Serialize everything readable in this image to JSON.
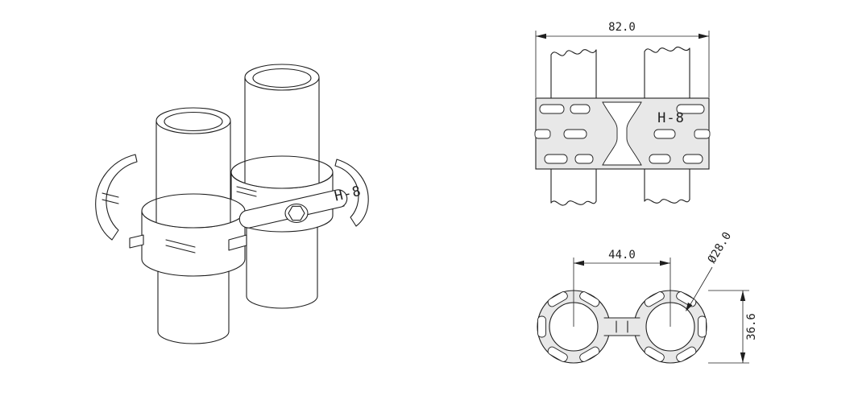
{
  "colors": {
    "line": "#1f1f1f",
    "shade": "#e8e8e8",
    "background": "#ffffff"
  },
  "iso_view": {
    "part_label": "H-8"
  },
  "front_view": {
    "part_label": "H-8",
    "width_dim": "82.0"
  },
  "top_view": {
    "center_distance_dim": "44.0",
    "bore_dim": "Ø28.0",
    "height_dim": "36.6"
  }
}
